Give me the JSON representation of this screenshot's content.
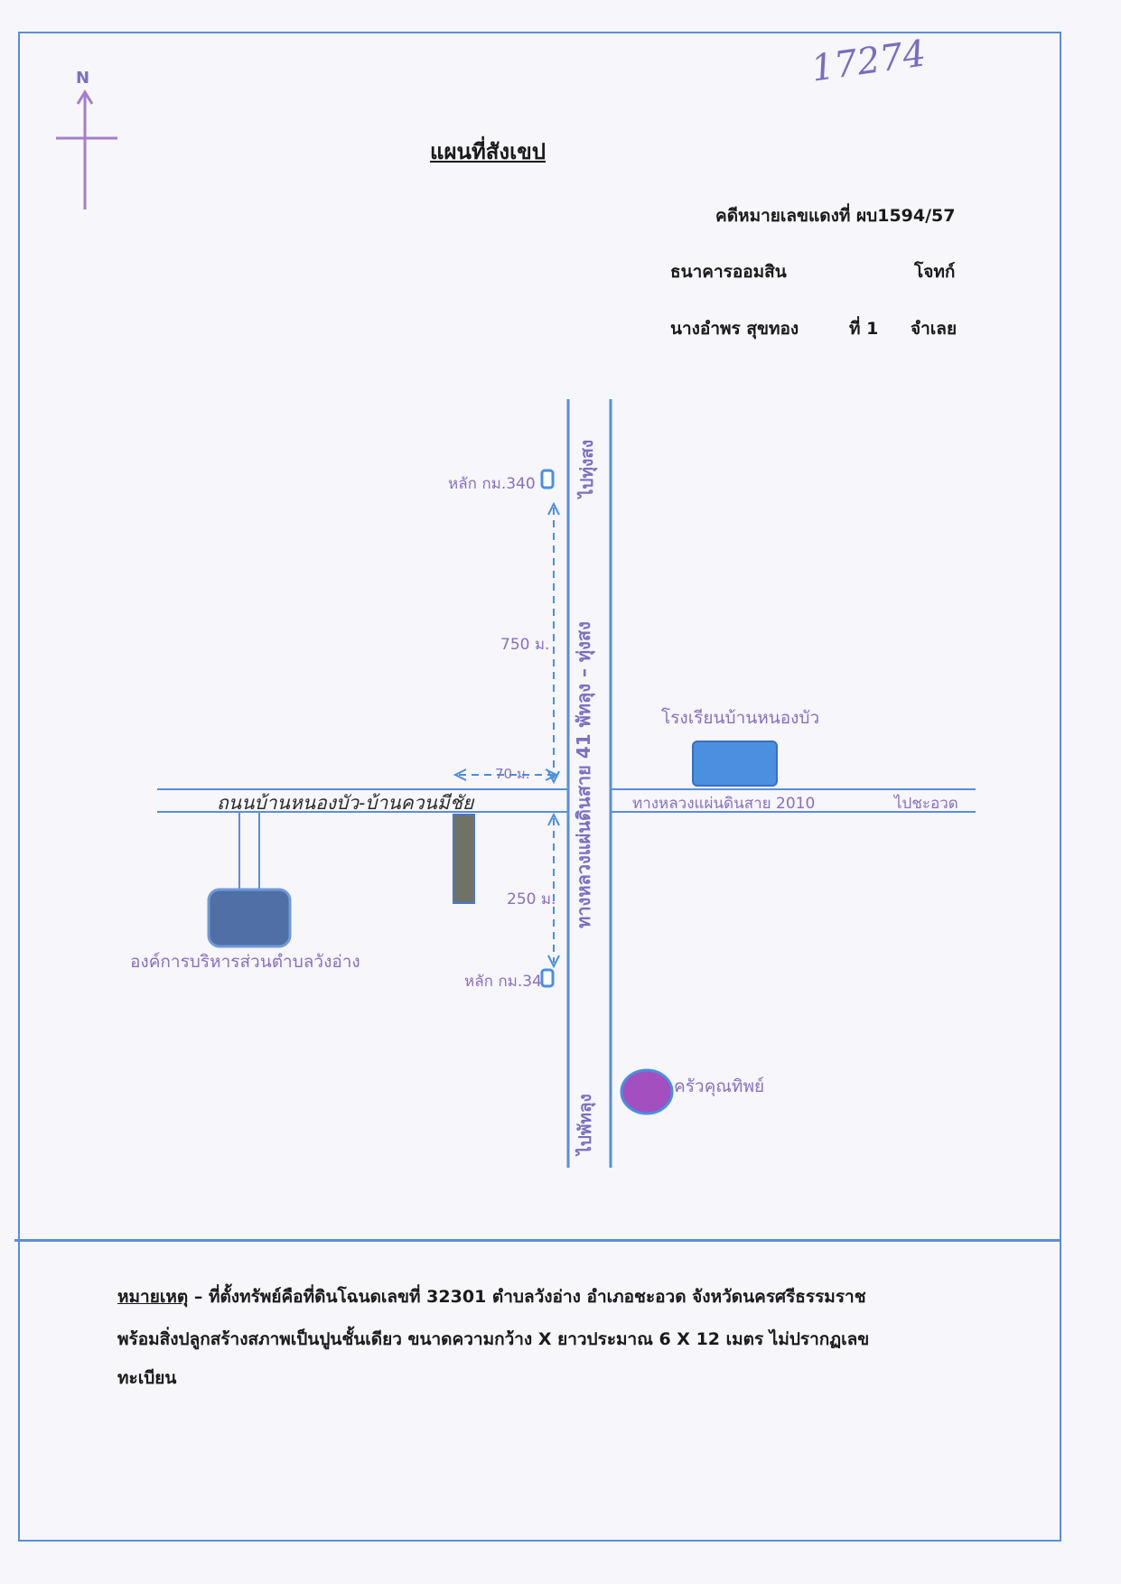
{
  "page_number_handwritten": "17274",
  "compass": {
    "label": "N"
  },
  "title": "แผนที่สังเขป",
  "case": {
    "red_case_number": "คดีหมายเลขแดงที่ ผบ1594/57",
    "plaintiff_name": "ธนาคารออมสิน",
    "plaintiff_role": "โจทก์",
    "defendant_name": "นางอำพร  สุขทอง",
    "defendant_index": "ที่ 1",
    "defendant_role": "จำเลย"
  },
  "map": {
    "highway_41_label": "ทางหลวงแผ่นดินสาย 41 พัทลุง – ทุ่งสง",
    "to_thungsong": "ไปทุ่งสง",
    "to_phatthalung": "ไปพัทลุง",
    "highway_2010_label": "ทางหลวงแผ่นดินสาย 2010",
    "to_cha_uat": "ไปชะอวด",
    "local_road_label": "ถนนบ้านหนองบัว-บ้านควนมีชัย",
    "km_post_340": "หลัก กม.340",
    "km_post_34": "หลัก กม.34",
    "dist_750": "750 ม.",
    "dist_70": "70 ม.",
    "dist_250": "250 ม.",
    "school_label": "โรงเรียนบ้านหนองบัว",
    "tao_label": "องค์การบริหารส่วนตำบลวังอ่าง",
    "restaurant_label": "ครัวคุณทิพย์",
    "colors": {
      "road": "#5b8fd6",
      "school": "#4a8fe0",
      "tao": "#4f6fa6",
      "property": "#6f7266",
      "restaurant": "#a44fc0",
      "compass": "#a67fc8",
      "label_purple": "#8a6fc0"
    }
  },
  "remark": {
    "label": "หมายเหตุ",
    "line1": " – ที่ตั้งทรัพย์คือที่ดินโฉนดเลขที่ 32301  ตำบลวังอ่าง  อำเภอชะอวด  จังหวัดนครศรีธรรมราช",
    "line2": "พร้อมสิ่งปลูกสร้างสภาพเป็นปูนชั้นเดียว  ขนาดความกว้าง X ยาวประมาณ 6 X 12 เมตร   ไม่ปรากฏเลข",
    "line3": "ทะเบียน"
  }
}
